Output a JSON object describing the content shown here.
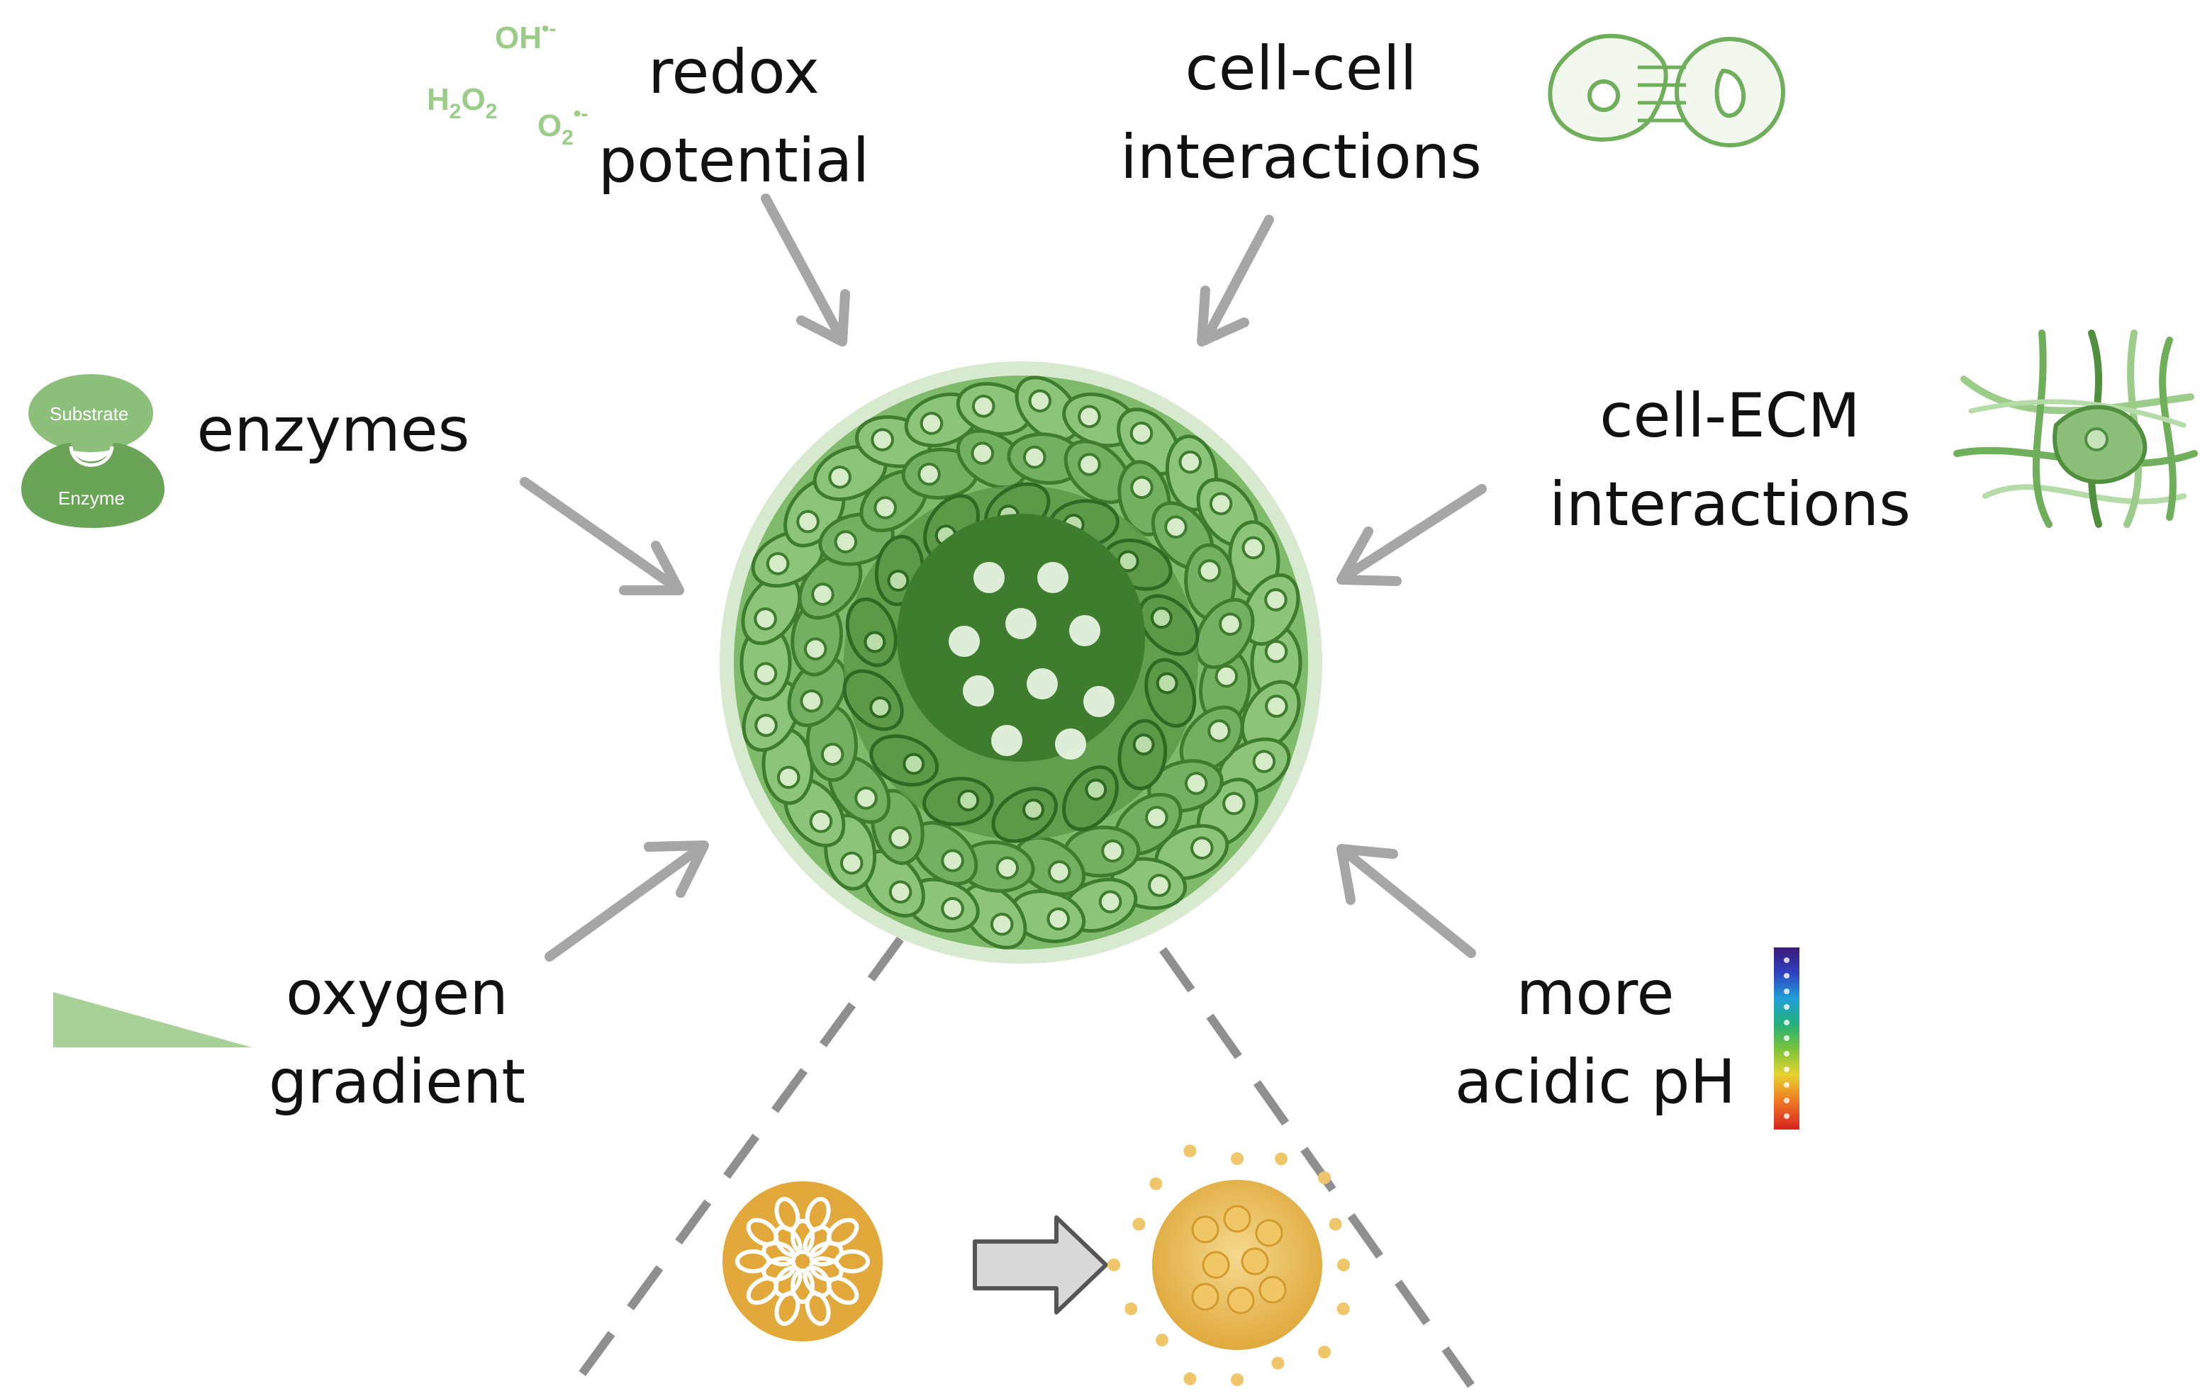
{
  "labels": {
    "redox": [
      "redox",
      "potential"
    ],
    "cell_cell": [
      "cell-cell",
      "interactions"
    ],
    "enzymes": [
      "enzymes"
    ],
    "cell_ecm": [
      "cell-ECM",
      "interactions"
    ],
    "oxygen": [
      "oxygen",
      "gradient"
    ],
    "ph": [
      "more",
      "acidic pH"
    ]
  },
  "redox_icon": {
    "oh": "OH",
    "h2o2": "H2O2",
    "o2": "O2"
  },
  "enzyme_icon": {
    "substrate": "Substrate",
    "enzyme": "Enzyme"
  },
  "colors": {
    "arrow": "#a6a6a6",
    "spheroid_outer": "#6fae5a",
    "spheroid_mid": "#4f8f3e",
    "spheroid_core": "#3f7d2e",
    "icon_light_green": "#9ccc8a",
    "gold": "#e8b54a",
    "gold_light": "#f3cf7a"
  }
}
